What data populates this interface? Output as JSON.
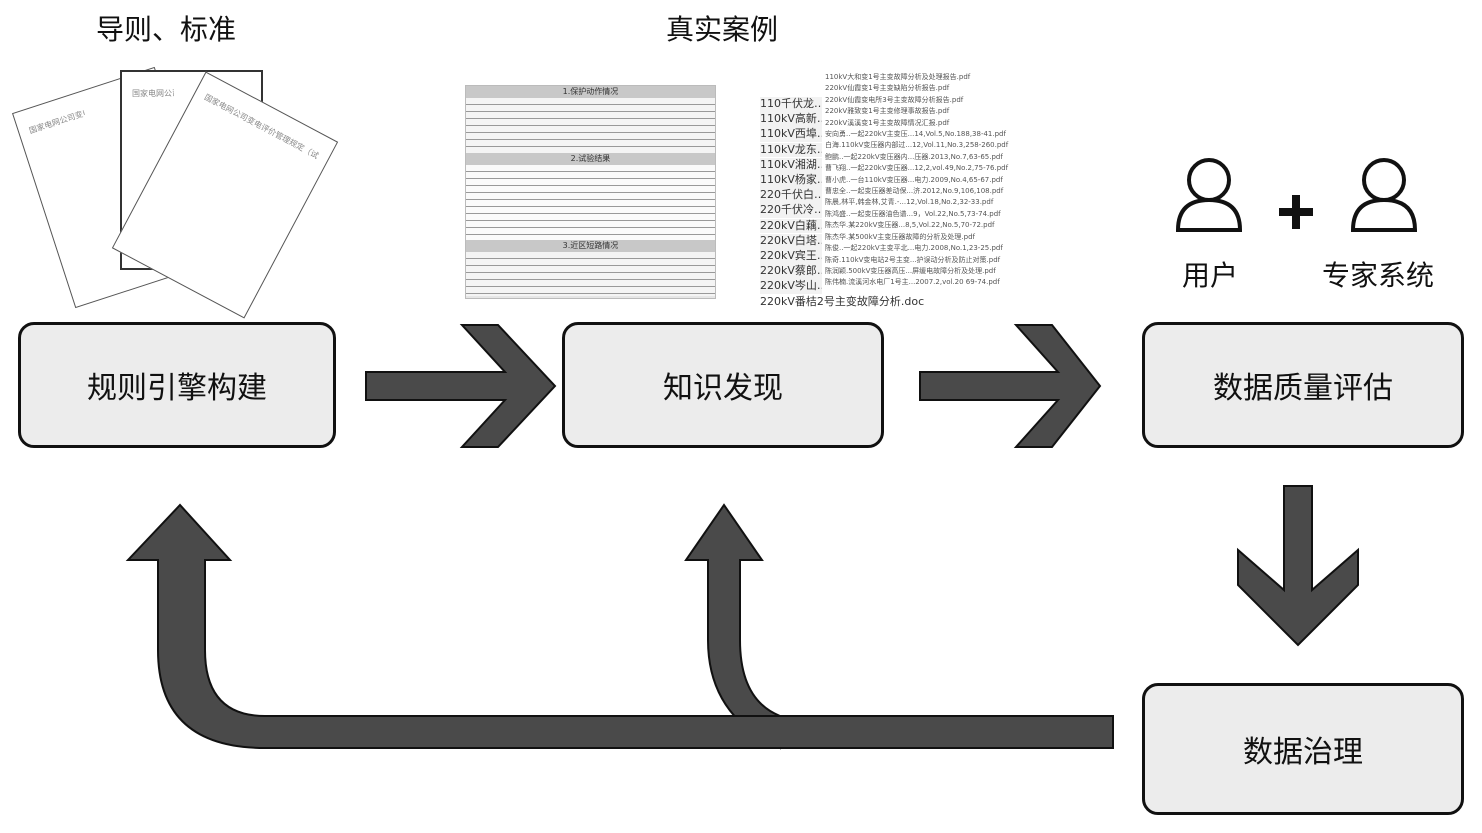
{
  "top_labels": {
    "guidelines": "导则、标准",
    "cases": "真实案例"
  },
  "actors": {
    "user": "用户",
    "plus": "+",
    "expert": "专家系统"
  },
  "boxes": {
    "rule_engine": "规则引擎构建",
    "knowledge": "知识发现",
    "quality": "数据质量评估",
    "governance": "数据治理"
  },
  "docs_title": "国家电网公司变电评价管理规定（试行）",
  "table_sections": [
    "1.保护动作情况",
    "2.试验结果",
    "3.近区短路情况"
  ],
  "files_left": [
    "110千伏龙…",
    "110kV高新…",
    "110kV西埠…",
    "110kV龙东…",
    "110kV湘湖…",
    "110kV杨家…",
    "220千伏白…",
    "220千伏冷…",
    "220kV白藕…",
    "220kV白塔…",
    "220kV宾王…",
    "220kV蔡郎…",
    "220kV岑山…",
    "220kV番桔2号主变故障分析.doc"
  ],
  "files_right": [
    "110kV大和变1号主变故障分析及处理报告.pdf",
    "220kV仙霞变1号主变缺陷分析报告.pdf",
    "220kV仙霞变电所3号主变故障分析报告.pdf",
    "220kV雅致变1号主变修理事故报告.pdf",
    "220kV溪溪变1号主变故障情况汇报.pdf",
    "安向勇..一起220kV主变压...14,Vol.5,No.188,38-41.pdf",
    "白海.110kV变压器内部过...12,Vol.11,No.3,258-260.pdf",
    "鲍鹏..一起220kV变压器内...压器.2013,No.7,63-65.pdf",
    "曹飞翔..一起220kV变压器...12,2,vol.49,No.2,75-76.pdf",
    "曹小虎..一台110kV变压器...电力.2009,No.4,65-67.pdf",
    "曹忠全..一起变压器差动保...济.2012,No.9,106,108.pdf",
    "陈晨,林平,韩金林,艾青.-...12,Vol.18,No.2,32-33.pdf",
    "陈鸿盛..一起变压器油色谱...9，Vol.22,No.5,73-74.pdf",
    "陈杰华.某220kV变压器...8,5,Vol.22,No.5,70-72.pdf",
    "陈杰华.某500kV主变压器故障的分析及处理.pdf",
    "陈俊..一起220kV主变平北...电力.2008,No.1,23-25.pdf",
    "陈奇.110kV变电站2号主变...护误动分析及防止对策.pdf",
    "陈润颖.500kV变压器高压...屏缓电故障分析及处理.pdf",
    "陈伟楠.流溪河水电厂1号主...2007.2,vol.20 69-74.pdf"
  ]
}
